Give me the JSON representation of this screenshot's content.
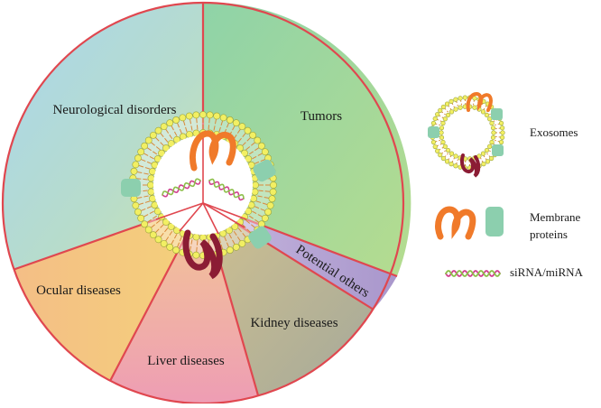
{
  "segments": [
    {
      "id": "neuro",
      "label": "Neurological disorders"
    },
    {
      "id": "tumors",
      "label": "Tumors"
    },
    {
      "id": "ocular",
      "label": "Ocular diseases"
    },
    {
      "id": "liver",
      "label": "Liver diseases"
    },
    {
      "id": "kidney",
      "label": "Kidney diseases"
    },
    {
      "id": "others",
      "label": "Potential others"
    }
  ],
  "legend": {
    "exosomes": "Exosomes",
    "membrane_line1": "Membrane",
    "membrane_line2": "proteins",
    "sirna": "siRNA/miRNA"
  },
  "colors": {
    "outline": "#e0474f",
    "lipid_head": "#f2ef63",
    "lipid_head_stroke": "#9aa43a",
    "lipid_tail": "#d9893a",
    "orange_protein": "#f07a2a",
    "green_protein": "#8ccfae",
    "darkred_protein": "#8b1c34",
    "rna_pink": "#d1418f",
    "rna_green": "#8dbf4a"
  }
}
